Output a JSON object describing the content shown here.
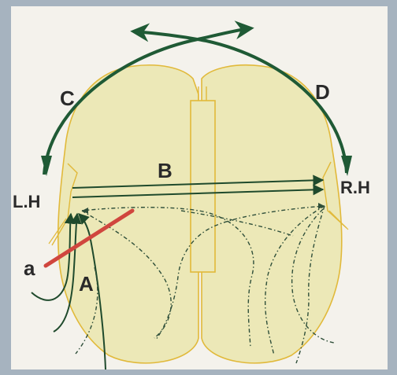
{
  "labels": {
    "c": "C",
    "d": "D",
    "b": "B",
    "lh": "L.H",
    "rh": "R.H",
    "a_small": "a",
    "a_big": "A"
  },
  "colors": {
    "hemisphere_fill": "#ece8b7",
    "hemisphere_outline": "#e1b93a",
    "fiber": "#1f4a2c",
    "lesion": "#d0463e",
    "background": "#f4f2ec"
  },
  "icons": {
    "arrowheads": "triangle-arrowhead"
  }
}
